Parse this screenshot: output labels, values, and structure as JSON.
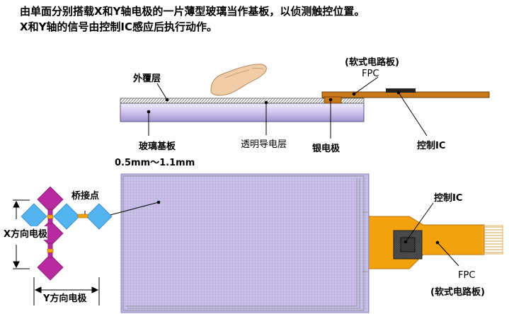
{
  "intro": {
    "line1": "由单面分别搭载X和Y轴电极的一片薄型玻璃当作基板，以侦测触控位置。",
    "line2": "X和Y轴的信号由控制IC感应后执行动作。"
  },
  "cross_section": {
    "fpc_cn": "(软式电路板)",
    "fpc": "FPC",
    "cover_layer": "外覆层",
    "glass_substrate": "玻璃基板",
    "conductive_layer": "透明导电层",
    "silver_electrode": "银电极",
    "control_ic": "控制IC",
    "thickness": "0.5mm～1.1mm"
  },
  "plan_view": {
    "bridge_point": "桥接点",
    "x_electrode": "X方向电极",
    "y_electrode": "Y方向电极",
    "control_ic": "控制IC",
    "fpc": "FPC",
    "fpc_cn": "(软式电路板)"
  },
  "colors": {
    "glass": "#c9bfe8",
    "fpc_top": "#c97818",
    "fpc_bottom": "#f2a20c",
    "x_electrode": "#b82aa0",
    "y_electrode": "#54b4ef",
    "ic": "#454545"
  }
}
